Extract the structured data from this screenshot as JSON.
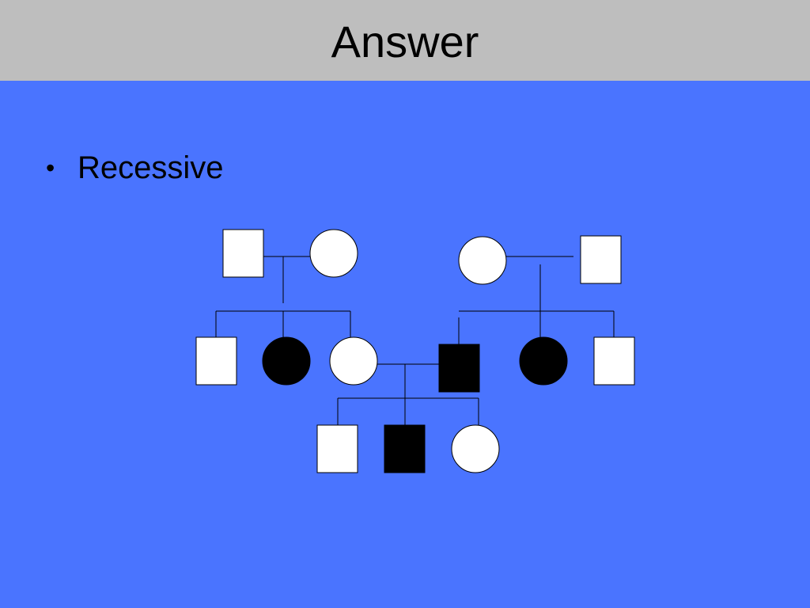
{
  "slide": {
    "title": "Answer",
    "bullets": [
      {
        "symbol": "•",
        "text": "Recessive"
      }
    ]
  },
  "colors": {
    "slide_background": "#4a74ff",
    "title_background": "#bebebe",
    "affected_fill": "#000000",
    "unaffected_fill": "#ffffff"
  },
  "pedigree": {
    "individuals": [
      {
        "id": "g1-left-father",
        "sex": "male",
        "affected": false
      },
      {
        "id": "g1-left-mother",
        "sex": "female",
        "affected": false
      },
      {
        "id": "g1-right-mother",
        "sex": "female",
        "affected": false
      },
      {
        "id": "g1-right-father",
        "sex": "male",
        "affected": false
      },
      {
        "id": "g2-left-son",
        "sex": "male",
        "affected": false
      },
      {
        "id": "g2-left-daughter-affected",
        "sex": "female",
        "affected": true
      },
      {
        "id": "g2-left-daughter",
        "sex": "female",
        "affected": false
      },
      {
        "id": "g2-right-son-affected",
        "sex": "male",
        "affected": true
      },
      {
        "id": "g2-right-daughter-affected",
        "sex": "female",
        "affected": true
      },
      {
        "id": "g2-right-son",
        "sex": "male",
        "affected": false
      },
      {
        "id": "g3-son",
        "sex": "male",
        "affected": false
      },
      {
        "id": "g3-son-affected",
        "sex": "male",
        "affected": true
      },
      {
        "id": "g3-daughter",
        "sex": "female",
        "affected": false
      }
    ]
  }
}
